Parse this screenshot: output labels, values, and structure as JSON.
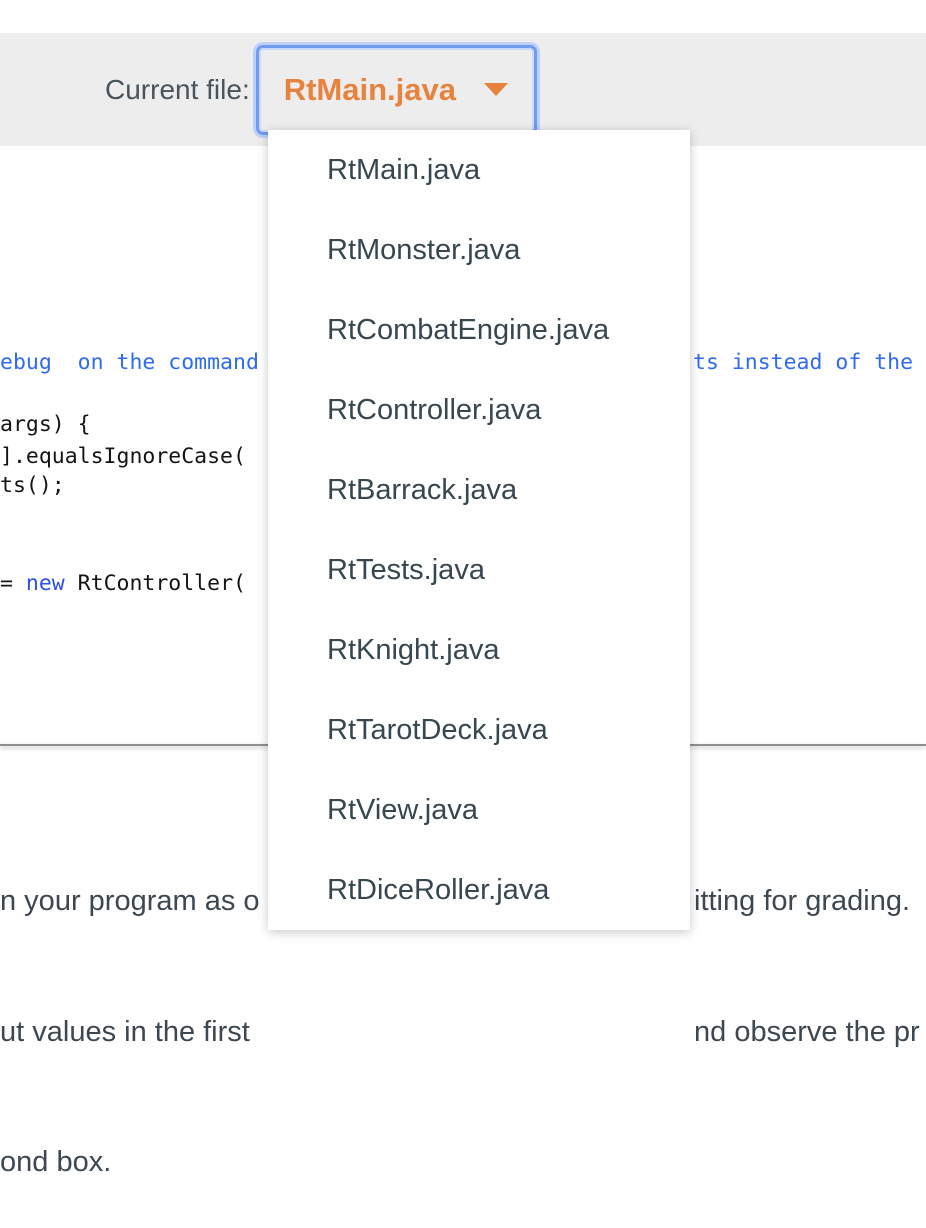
{
  "header": {
    "label": "Current file:",
    "file_select": {
      "value": "RtMain.java",
      "caret_icon": "caret-down"
    }
  },
  "dropdown": {
    "items": [
      "RtMain.java",
      "RtMonster.java",
      "RtCombatEngine.java",
      "RtController.java",
      "RtBarrack.java",
      "RtTests.java",
      "RtKnight.java",
      "RtTarotDeck.java",
      "RtView.java",
      "RtDiceRoller.java"
    ]
  },
  "code": {
    "comment_left": "ebug  on the command",
    "comment_right": "ts instead of the",
    "line_args": "args) {",
    "line_equals_ignore_case": "].equalsIgnoreCase(",
    "line_ts": "ts();",
    "line_new": {
      "prefix": "= ",
      "keyword": "new",
      "suffix": " RtController("
    }
  },
  "instructions": {
    "left_lines": [
      "n your program as o",
      "ut values in the first",
      "ond box."
    ],
    "right_lines": [
      "itting for grading.",
      "nd observe the pr"
    ]
  },
  "colors": {
    "header_bg": "#ededed",
    "accent_orange": "#e8833e",
    "focus_ring_blue": "#6f9bf0",
    "comment_blue": "#2e6bf2",
    "keyword_blue": "#2c50ea",
    "item_text": "#37474f",
    "body_text": "#3d4751"
  }
}
